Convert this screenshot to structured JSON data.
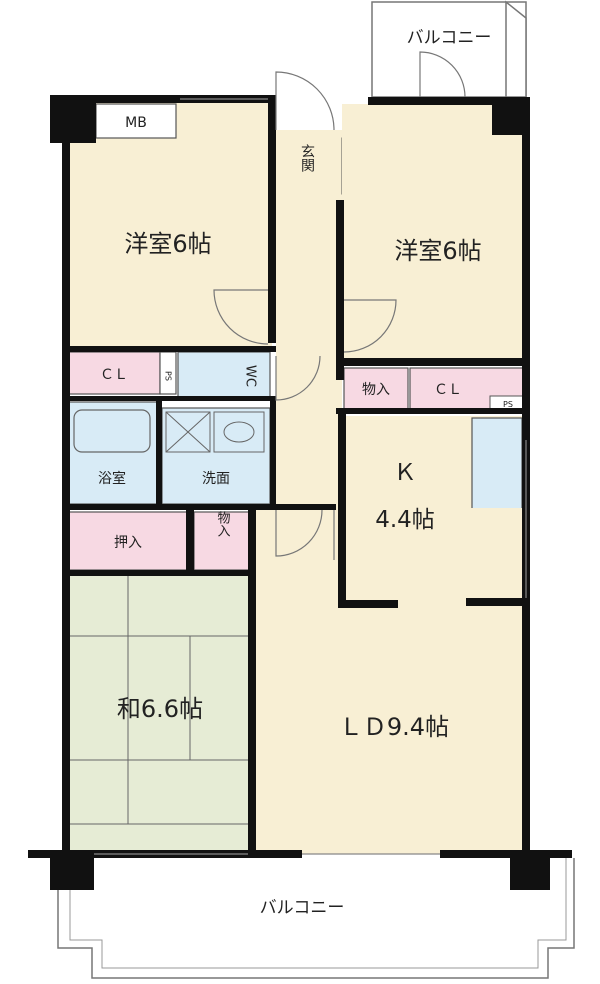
{
  "labels": {
    "balcony_top": "バルコニー",
    "mb": "MB",
    "genkan": "玄関",
    "room_nw_name": "洋室6帖",
    "room_ne_name": "洋室6帖",
    "cl_left": "ＣＬ",
    "ps_left": "PS",
    "wc": "WC",
    "monoire_right": "物入",
    "cl_right": "ＣＬ",
    "ps_right": "PS",
    "bath": "浴室",
    "senmen": "洗面",
    "kitchen_k": "Ｋ",
    "kitchen_size": "4.4帖",
    "oshiire": "押入",
    "monoire_mid": "物入",
    "washitsu": "和6.6帖",
    "ld": "ＬＤ9.4帖",
    "balcony_bottom": "バルコニー"
  },
  "colors": {
    "wall": "#111111",
    "floor": "#f8efd4",
    "storage": "#f7d9e3",
    "wet": "#d8ebf6",
    "tatami": "#e6ecd5",
    "line": "#666666"
  }
}
